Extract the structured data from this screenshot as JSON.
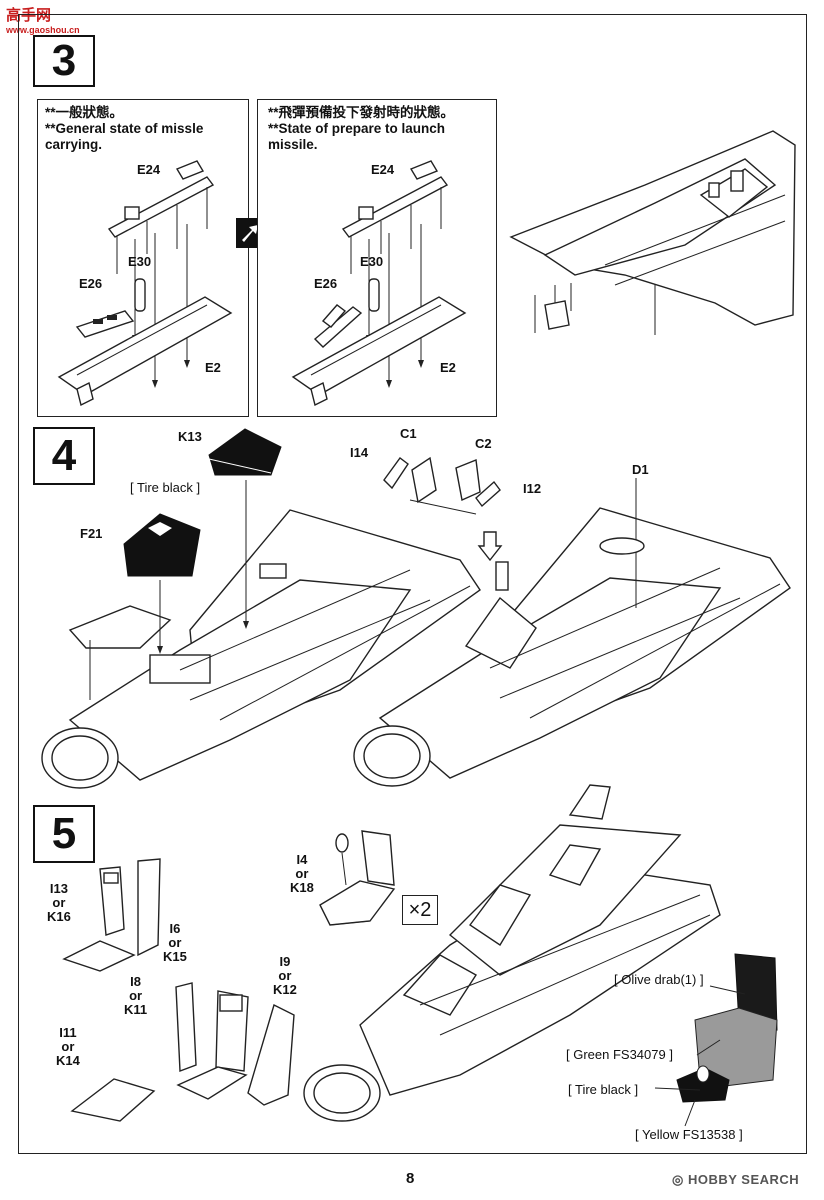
{
  "watermark_top": {
    "logo": "高手网",
    "url": "www.gaoshou.cn"
  },
  "page_number": "8",
  "watermark_bottom": {
    "text": "HOBBY SEARCH"
  },
  "step3": {
    "number": "3",
    "panel_left": {
      "note_cn": "**一般狀態。",
      "note_en": "**General state of missle carrying.",
      "parts": {
        "e24": "E24",
        "e30": "E30",
        "e26": "E26",
        "e2": "E2"
      }
    },
    "panel_right": {
      "note_cn": "**飛彈預備投下發射時的狀態。",
      "note_en": "**State of prepare to launch missile.",
      "parts": {
        "e24": "E24",
        "e30": "E30",
        "e26": "E26",
        "e2": "E2"
      }
    }
  },
  "step4": {
    "number": "4",
    "parts": {
      "k13": "K13",
      "f21": "F21",
      "c1": "C1",
      "c2": "C2",
      "i14": "I14",
      "i12": "I12",
      "d1": "D1"
    },
    "paint": {
      "tire_black": "[ Tire black ]"
    }
  },
  "step5": {
    "number": "5",
    "parts": {
      "i4": "I4",
      "or1": "or",
      "k18": "K18",
      "i13": "I13",
      "or2": "or",
      "k16": "K16",
      "i6": "I6",
      "or3": "or",
      "k15": "K15",
      "i8": "I8",
      "or4": "or",
      "k11": "K11",
      "i9": "I9",
      "or5": "or",
      "k12": "K12",
      "i11": "I11",
      "or6": "or",
      "k14": "K14"
    },
    "multiplier": "×2",
    "paint": {
      "olive_drab": "[ Olive drab(1) ]",
      "green": "[ Green  FS34079 ]",
      "tire_black": "[ Tire black ]",
      "yellow": "[ Yellow  FS13538 ]"
    }
  }
}
